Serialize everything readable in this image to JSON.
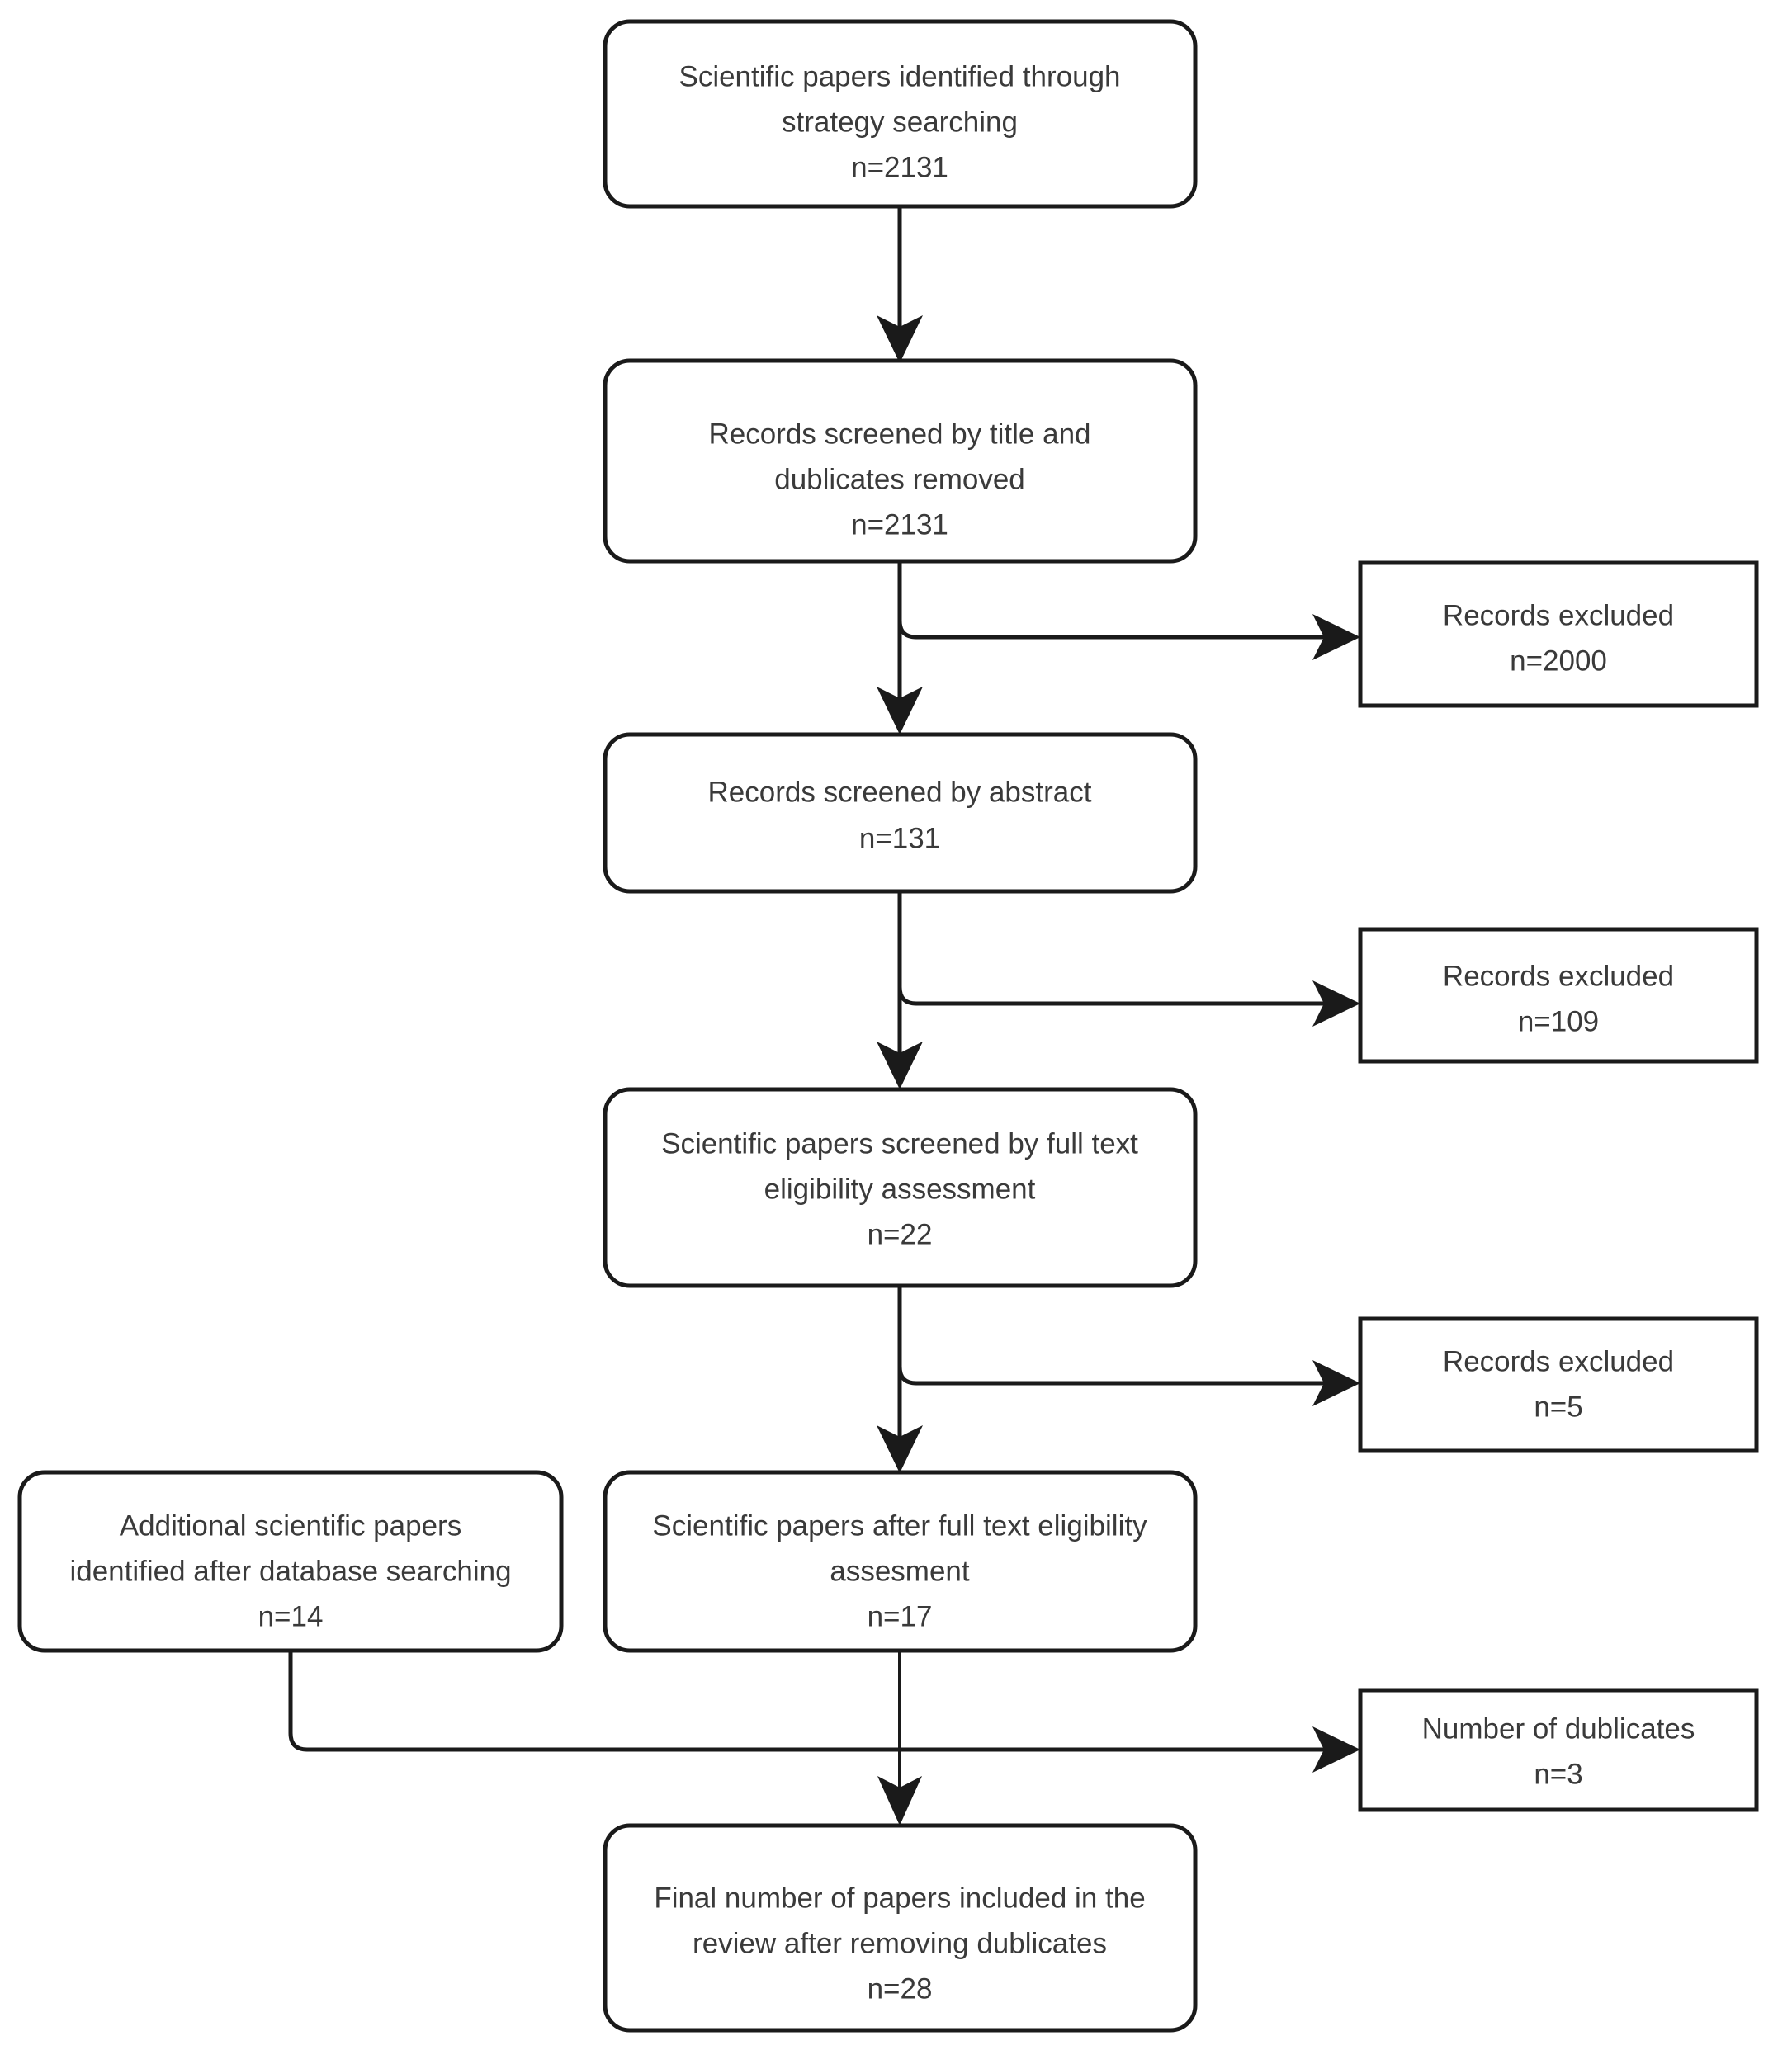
{
  "diagram": {
    "type": "prisma-flow-diagram",
    "title": "",
    "colors": {
      "stroke": "#1a1a1a",
      "text": "#3a3a3a",
      "background": "#ffffff"
    },
    "nodes": [
      {
        "id": "identified",
        "shape": "rounded-rect",
        "lines": [
          "Scientific papers identified through",
          "strategy searching",
          "n=2131"
        ],
        "count_label": "n=2131",
        "count": 2131
      },
      {
        "id": "screened-title",
        "shape": "rounded-rect",
        "lines": [
          "Records screened by title and",
          "dublicates removed",
          "n=2131"
        ],
        "count_label": "n=2131",
        "count": 2131
      },
      {
        "id": "excluded-title",
        "shape": "rect",
        "lines": [
          "Records excluded",
          "n=2000"
        ],
        "count_label": "n=2000",
        "count": 2000
      },
      {
        "id": "screened-abstract",
        "shape": "rounded-rect",
        "lines": [
          "Records screened by abstract",
          "n=131"
        ],
        "count_label": "n=131",
        "count": 131
      },
      {
        "id": "excluded-abstract",
        "shape": "rect",
        "lines": [
          "Records excluded",
          "n=109"
        ],
        "count_label": "n=109",
        "count": 109
      },
      {
        "id": "screened-fulltext",
        "shape": "rounded-rect",
        "lines": [
          "Scientific papers screened by full text",
          "eligibility assessment",
          "n=22"
        ],
        "count_label": "n=22",
        "count": 22
      },
      {
        "id": "excluded-fulltext",
        "shape": "rect",
        "lines": [
          "Records excluded",
          "n=5"
        ],
        "count_label": "n=5",
        "count": 5
      },
      {
        "id": "additional-papers",
        "shape": "rounded-rect",
        "lines": [
          "Additional scientific papers",
          "identified after database searching",
          "n=14"
        ],
        "count_label": "n=14",
        "count": 14
      },
      {
        "id": "after-fulltext",
        "shape": "rounded-rect",
        "lines": [
          "Scientific papers after full text eligibility",
          "assesment",
          "n=17"
        ],
        "count_label": "n=17",
        "count": 17
      },
      {
        "id": "dublicates",
        "shape": "rect",
        "lines": [
          "Number of dublicates",
          "n=3"
        ],
        "count_label": "n=3",
        "count": 3
      },
      {
        "id": "final-included",
        "shape": "rounded-rect",
        "lines": [
          "Final number of papers included in the",
          "review after removing dublicates",
          "n=28"
        ],
        "count_label": "n=28",
        "count": 28
      }
    ],
    "edges": [
      {
        "from": "identified",
        "to": "screened-title",
        "kind": "down-arrow"
      },
      {
        "from": "screened-title",
        "to": "excluded-title",
        "kind": "branch-right-arrow"
      },
      {
        "from": "screened-title",
        "to": "screened-abstract",
        "kind": "down-arrow"
      },
      {
        "from": "screened-abstract",
        "to": "excluded-abstract",
        "kind": "branch-right-arrow"
      },
      {
        "from": "screened-abstract",
        "to": "screened-fulltext",
        "kind": "down-arrow"
      },
      {
        "from": "screened-fulltext",
        "to": "excluded-fulltext",
        "kind": "branch-right-arrow"
      },
      {
        "from": "screened-fulltext",
        "to": "after-fulltext",
        "kind": "down-arrow"
      },
      {
        "from": "additional-papers",
        "to": "dublicates",
        "kind": "down-right-arrow"
      },
      {
        "from": "after-fulltext",
        "to": "final-included",
        "kind": "down-arrow"
      }
    ]
  }
}
